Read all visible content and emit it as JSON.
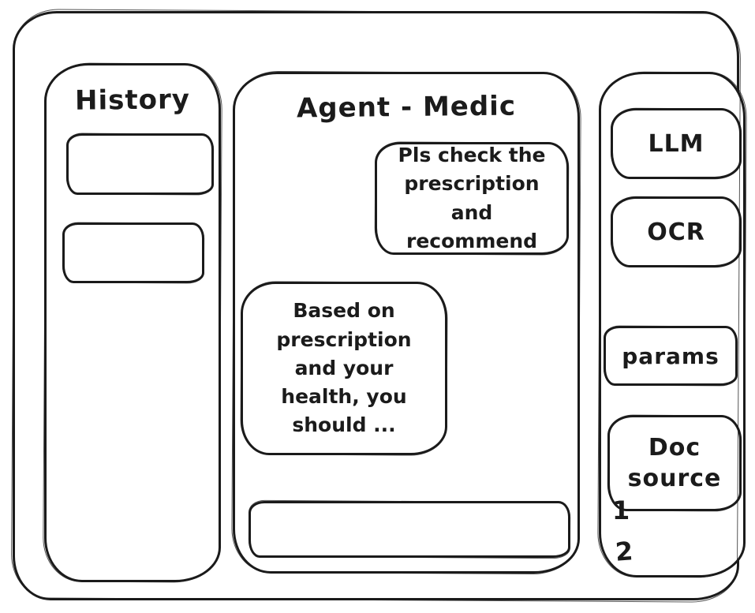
{
  "colors": {
    "ink": "#1b1b1b",
    "background": "#ffffff"
  },
  "history_panel": {
    "title": "History",
    "items": [
      {
        "label": ""
      },
      {
        "label": ""
      }
    ]
  },
  "chat_panel": {
    "title": "Agent - Medic",
    "messages": [
      {
        "role": "user",
        "text": "Pls check the prescription and recommend"
      },
      {
        "role": "assistant",
        "text": "Based on prescription and your health, you should ..."
      }
    ],
    "input": {
      "value": "",
      "placeholder": ""
    }
  },
  "tools_panel": {
    "llm_label": "LLM",
    "ocr_label": "OCR",
    "params_label": "params",
    "doc_source_label": "Doc source",
    "doc_source_items": [
      "1",
      "2"
    ]
  }
}
